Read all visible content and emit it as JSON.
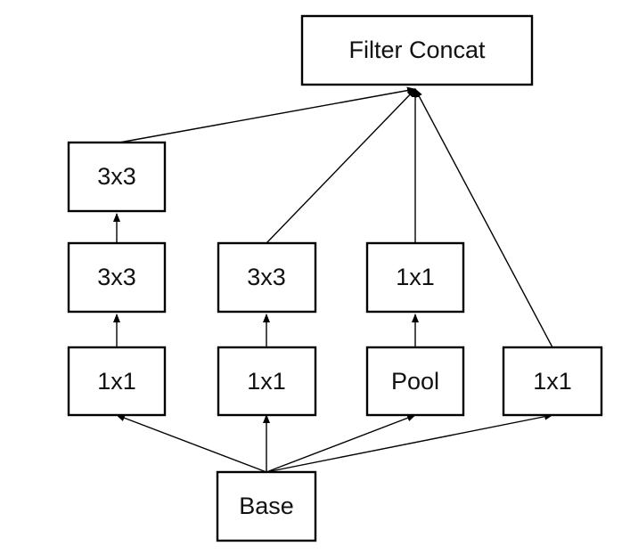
{
  "nodes": {
    "filter_concat": "Filter Concat",
    "b1_top": "3x3",
    "b1_mid": "3x3",
    "b1_bot": "1x1",
    "b2_mid": "3x3",
    "b2_bot": "1x1",
    "b3_mid": "1x1",
    "b3_bot": "Pool",
    "b4_bot": "1x1",
    "base": "Base"
  }
}
